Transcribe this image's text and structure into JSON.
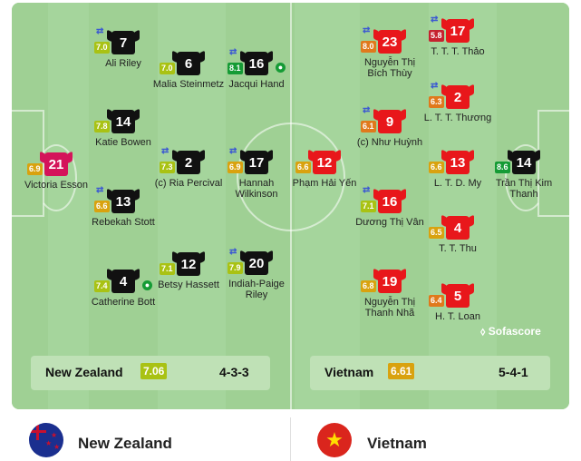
{
  "home": {
    "name": "New Zealand",
    "rating": "7.06",
    "formation": "4-3-3",
    "players": [
      {
        "number": "21",
        "name": "Victoria Esson",
        "rating": "6.9",
        "rating_color": "yellow",
        "sub": false,
        "goal": false,
        "gk": true
      },
      {
        "number": "7",
        "name": "Ali Riley",
        "rating": "7.0",
        "rating_color": "lime",
        "sub": true,
        "goal": false
      },
      {
        "number": "14",
        "name": "Katie Bowen",
        "rating": "7.8",
        "rating_color": "lime",
        "sub": false,
        "goal": false
      },
      {
        "number": "13",
        "name": "Rebekah Stott",
        "rating": "6.6",
        "rating_color": "yellow",
        "sub": true,
        "goal": false
      },
      {
        "number": "4",
        "name": "Catherine Bott",
        "rating": "7.4",
        "rating_color": "lime",
        "sub": false,
        "goal": true
      },
      {
        "number": "6",
        "name": "Malia Steinmetz",
        "rating": "7.0",
        "rating_color": "lime",
        "sub": false,
        "goal": false
      },
      {
        "number": "2",
        "name": "(c) Ria Percival",
        "rating": "7.3",
        "rating_color": "lime",
        "sub": true,
        "goal": false
      },
      {
        "number": "12",
        "name": "Betsy Hassett",
        "rating": "7.1",
        "rating_color": "lime",
        "sub": false,
        "goal": false
      },
      {
        "number": "16",
        "name": "Jacqui Hand",
        "rating": "8.1",
        "rating_color": "green",
        "sub": true,
        "goal": true
      },
      {
        "number": "17",
        "name": "Hannah Wilkinson",
        "rating": "6.9",
        "rating_color": "yellow",
        "sub": true,
        "goal": false
      },
      {
        "number": "20",
        "name": "Indiah-Paige Riley",
        "rating": "7.9",
        "rating_color": "lime",
        "sub": true,
        "goal": false
      }
    ]
  },
  "away": {
    "name": "Vietnam",
    "rating": "6.61",
    "formation": "5-4-1",
    "players": [
      {
        "number": "14",
        "name": "Trần Thị Kim Thanh",
        "rating": "8.6",
        "rating_color": "green",
        "sub": false,
        "goal": false,
        "gk": true
      },
      {
        "number": "23",
        "name": "Nguyễn Thị Bích Thùy",
        "rating": "8.0",
        "rating_color": "orange",
        "sub": true,
        "goal": false
      },
      {
        "number": "9",
        "name": "(c) Như Huỳnh",
        "rating": "6.1",
        "rating_color": "orange",
        "sub": true,
        "goal": false
      },
      {
        "number": "16",
        "name": "Dương Thị Vân",
        "rating": "7.1",
        "rating_color": "lime",
        "sub": true,
        "goal": false
      },
      {
        "number": "19",
        "name": "Nguyễn Thị Thanh Nhã",
        "rating": "6.8",
        "rating_color": "yellow",
        "sub": false,
        "goal": false
      },
      {
        "number": "12",
        "name": "Phạm Hải Yến",
        "rating": "6.6",
        "rating_color": "yellow",
        "sub": false,
        "goal": false
      },
      {
        "number": "17",
        "name": "T. T. T. Thảo",
        "rating": "5.8",
        "rating_color": "red",
        "sub": true,
        "goal": false
      },
      {
        "number": "2",
        "name": "L. T. T. Thương",
        "rating": "6.3",
        "rating_color": "orange",
        "sub": true,
        "goal": false
      },
      {
        "number": "13",
        "name": "L. T. D. My",
        "rating": "6.6",
        "rating_color": "yellow",
        "sub": false,
        "goal": false
      },
      {
        "number": "4",
        "name": "T. T. Thu",
        "rating": "6.5",
        "rating_color": "yellow",
        "sub": false,
        "goal": false
      },
      {
        "number": "5",
        "name": "H. T. Loan",
        "rating": "6.4",
        "rating_color": "orange",
        "sub": false,
        "goal": false
      }
    ]
  },
  "brand": "Sofascore",
  "bottom": {
    "home_name": "New Zealand",
    "away_name": "Vietnam"
  },
  "colors": {
    "pitch": "#a5d59c",
    "home_shirt": "#111111",
    "away_shirt": "#e8171b",
    "home_gk": "#d4145a"
  },
  "icons": {
    "sub": "substitution-icon",
    "goal": "ball-icon"
  }
}
